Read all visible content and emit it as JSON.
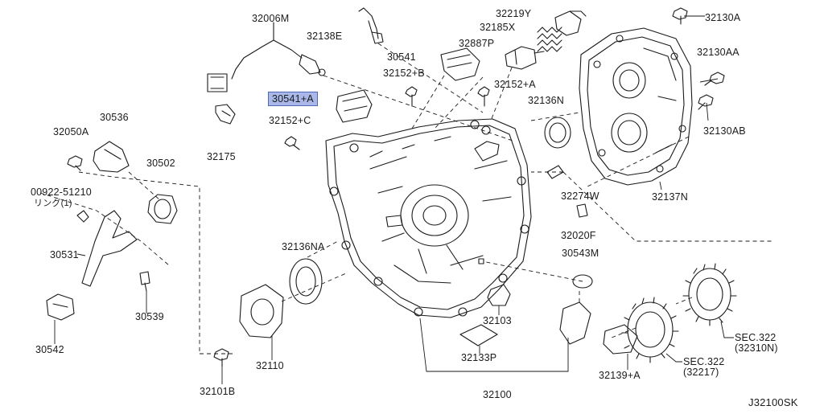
{
  "diagram_code": "J32100SK",
  "highlight_color": "#a9b8e8",
  "parts": {
    "p32006M": "32006M",
    "p32138E": "32138E",
    "p32219Y": "32219Y",
    "p32185X": "32185X",
    "p32887P": "32887P",
    "p32130A": "32130A",
    "p32130AA": "32130AA",
    "p32130AB": "32130AB",
    "p30541": "30541",
    "p32152B": "32152+B",
    "p32152A": "32152+A",
    "p30541A": "30541+A",
    "p32136N": "32136N",
    "p32152C": "32152+C",
    "p32175": "32175",
    "p32050A": "32050A",
    "p30536": "30536",
    "p30502": "30502",
    "p00922": "00922-51210",
    "p00922sub": "リング(1)",
    "p32274W": "32274W",
    "p32137N": "32137N",
    "p32020F": "32020F",
    "p30531": "30531",
    "p32136NA": "32136NA",
    "p30543M": "30543M",
    "p30539": "30539",
    "p32103": "32103",
    "p30542": "30542",
    "p32133P": "32133P",
    "p32110": "32110",
    "p32139A": "32139+A",
    "p32101B": "32101B",
    "p32100": "32100",
    "sec1": "SEC.322",
    "sec1sub": "(32310N)",
    "sec2": "SEC.322",
    "sec2sub": "(32217)"
  }
}
